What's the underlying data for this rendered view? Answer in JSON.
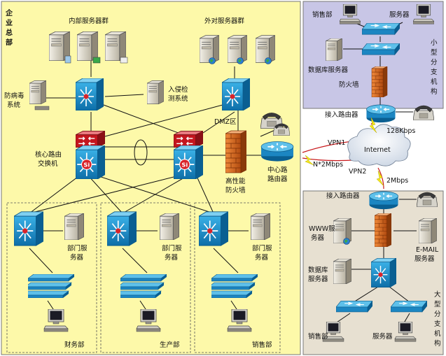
{
  "hq": {
    "title_chars": [
      "企",
      "业",
      "总",
      "部"
    ],
    "internal_servers": "内部服务器群",
    "external_servers": "外对服务器群",
    "antivirus": [
      "防病毒",
      "系统"
    ],
    "ids": [
      "入侵检",
      "测系统"
    ],
    "dmz": "DMZ区",
    "core_switch": [
      "核心路由",
      "交换机"
    ],
    "firewall": [
      "高性能",
      "防火墙"
    ],
    "center_router": [
      "中心路",
      "路由器"
    ],
    "dept_server": [
      "部门服",
      "务器"
    ],
    "departments": [
      "财务部",
      "生产部",
      "销售部"
    ]
  },
  "small_branch": {
    "title_chars": [
      "小",
      "型",
      "分",
      "支",
      "机",
      "构"
    ],
    "sales": "销售部",
    "server": "服务器",
    "db_server": "数据库服务器",
    "firewall": "防火墙",
    "access_router": "接入路由器"
  },
  "wan": {
    "internet": "Internet",
    "vpn1": "VPN1",
    "vpn2": "VPN2",
    "bw_small": "128Kbps",
    "bw_hq": "N*2Mbps",
    "bw_large": "2Mbps"
  },
  "large_branch": {
    "title_chars": [
      "大",
      "型",
      "分",
      "支",
      "机",
      "构"
    ],
    "access_router": "接入路由器",
    "www_server": [
      "WWW服",
      "务器"
    ],
    "email_server": [
      "E-MAIL",
      "服务器"
    ],
    "db_server": [
      "数据库",
      "服务器"
    ],
    "sales": "销售部",
    "server": "服务器"
  },
  "colors": {
    "hq_bg": "#fdf9a9",
    "small_branch_bg": "#c8c6e6",
    "large_branch_bg": "#e7e0d1",
    "wan_link": "#c8191c",
    "switch_blue": "#1e8fc8"
  }
}
